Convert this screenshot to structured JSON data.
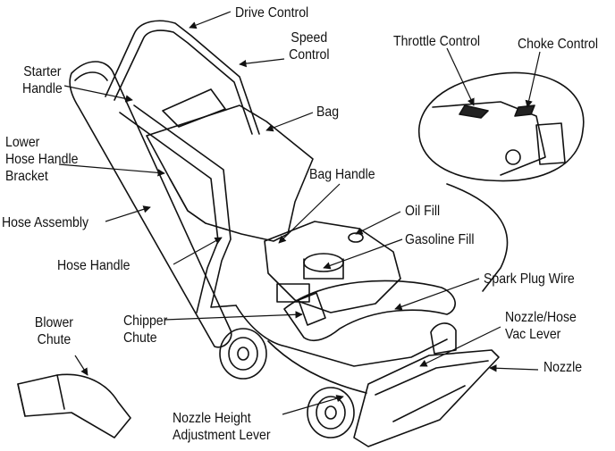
{
  "labels": {
    "drive_control": "Drive Control",
    "speed_control": [
      "Speed",
      "Control"
    ],
    "starter_handle": [
      "Starter",
      "Handle"
    ],
    "throttle_control": "Throttle Control",
    "choke_control": "Choke Control",
    "bag": "Bag",
    "lower_hose_handle_bracket": [
      "Lower",
      "Hose Handle",
      "Bracket"
    ],
    "bag_handle": "Bag Handle",
    "hose_assembly": "Hose Assembly",
    "oil_fill": "Oil Fill",
    "gasoline_fill": "Gasoline Fill",
    "hose_handle": "Hose Handle",
    "spark_plug_wire": "Spark Plug Wire",
    "blower_chute": [
      "Blower",
      "Chute"
    ],
    "chipper_chute": [
      "Chipper",
      "Chute"
    ],
    "nozzle_hose_vac_lever": [
      "Nozzle/Hose",
      "Vac Lever"
    ],
    "nozzle": "Nozzle",
    "nozzle_height_adjustment_lever": [
      "Nozzle Height",
      "Adjustment Lever"
    ]
  },
  "colors": {
    "ink": "#111111",
    "background": "#ffffff"
  }
}
